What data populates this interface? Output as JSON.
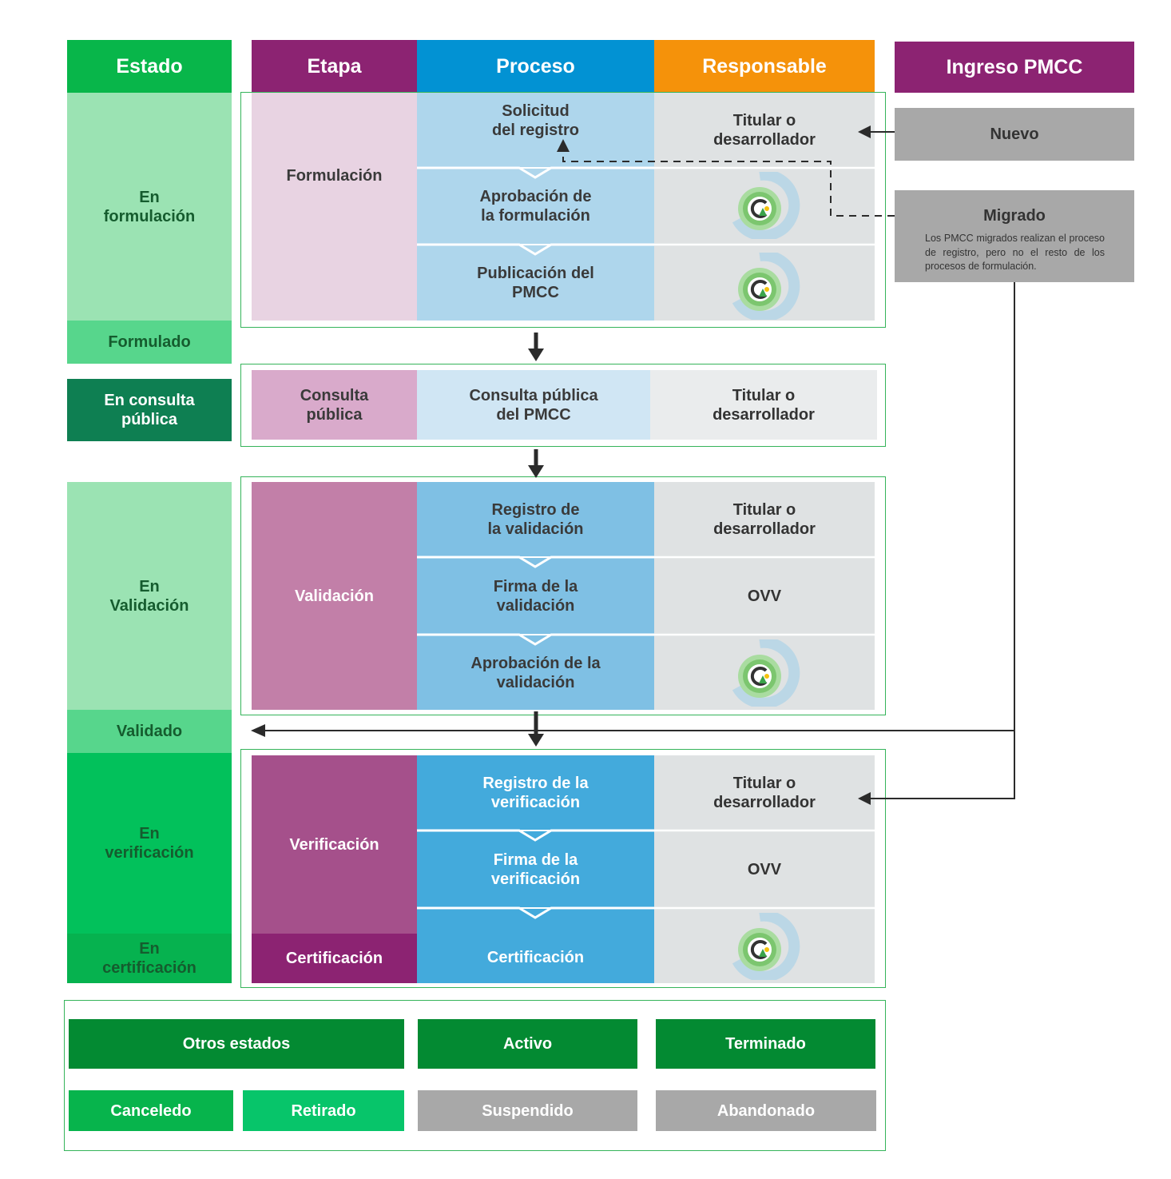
{
  "headers": {
    "estado": "Estado",
    "etapa": "Etapa",
    "proceso": "Proceso",
    "responsable": "Responsable",
    "ingreso": "Ingreso PMCC"
  },
  "estados": {
    "en_formulacion": "En\nformulación",
    "formulado": "Formulado",
    "en_consulta": "En consulta\npública",
    "en_validacion": "En\nValidación",
    "validado": "Validado",
    "en_verificacion": "En\nverificación",
    "en_certificacion": "En\ncertificación"
  },
  "etapas": {
    "formulacion": "Formulación",
    "consulta": "Consulta\npública",
    "validacion": "Validación",
    "verificacion": "Verificación",
    "certificacion": "Certificación"
  },
  "procesos": {
    "solicitud": "Solicitud\ndel registro",
    "aprobacion_formulacion": "Aprobación de\nla formulación",
    "publicacion": "Publicación del\nPMCC",
    "consulta": "Consulta pública\ndel PMCC",
    "registro_validacion": "Registro de\nla validación",
    "firma_validacion": "Firma de la\nvalidación",
    "aprobacion_validacion": "Aprobación de la\nvalidación",
    "registro_verificacion": "Registro de la\nverificación",
    "firma_verificacion": "Firma de la\nverificación",
    "certificacion": "Certificación"
  },
  "responsables": {
    "titular": "Titular o\ndesarrollador",
    "ovv": "OVV",
    "logo_icon": "registry-logo-icon"
  },
  "ingreso": {
    "nuevo": "Nuevo",
    "migrado": "Migrado",
    "migrado_nota": "Los PMCC migrados realizan el proceso de registro, pero no el resto de los procesos de formulación."
  },
  "otros": {
    "titulo": "Otros estados",
    "activo": "Activo",
    "terminado": "Terminado",
    "cancelado": "Canceledo",
    "retirado": "Retirado",
    "suspendido": "Suspendido",
    "abandonado": "Abandonado"
  },
  "colors": {
    "estado_header": "#08b64a",
    "etapa_header": "#8c2372",
    "proceso_header": "#0292d3",
    "responsable_header": "#f5920a",
    "ingreso_header": "#8c2372",
    "frame": "#35b45a",
    "dark_green": "#038a32"
  }
}
